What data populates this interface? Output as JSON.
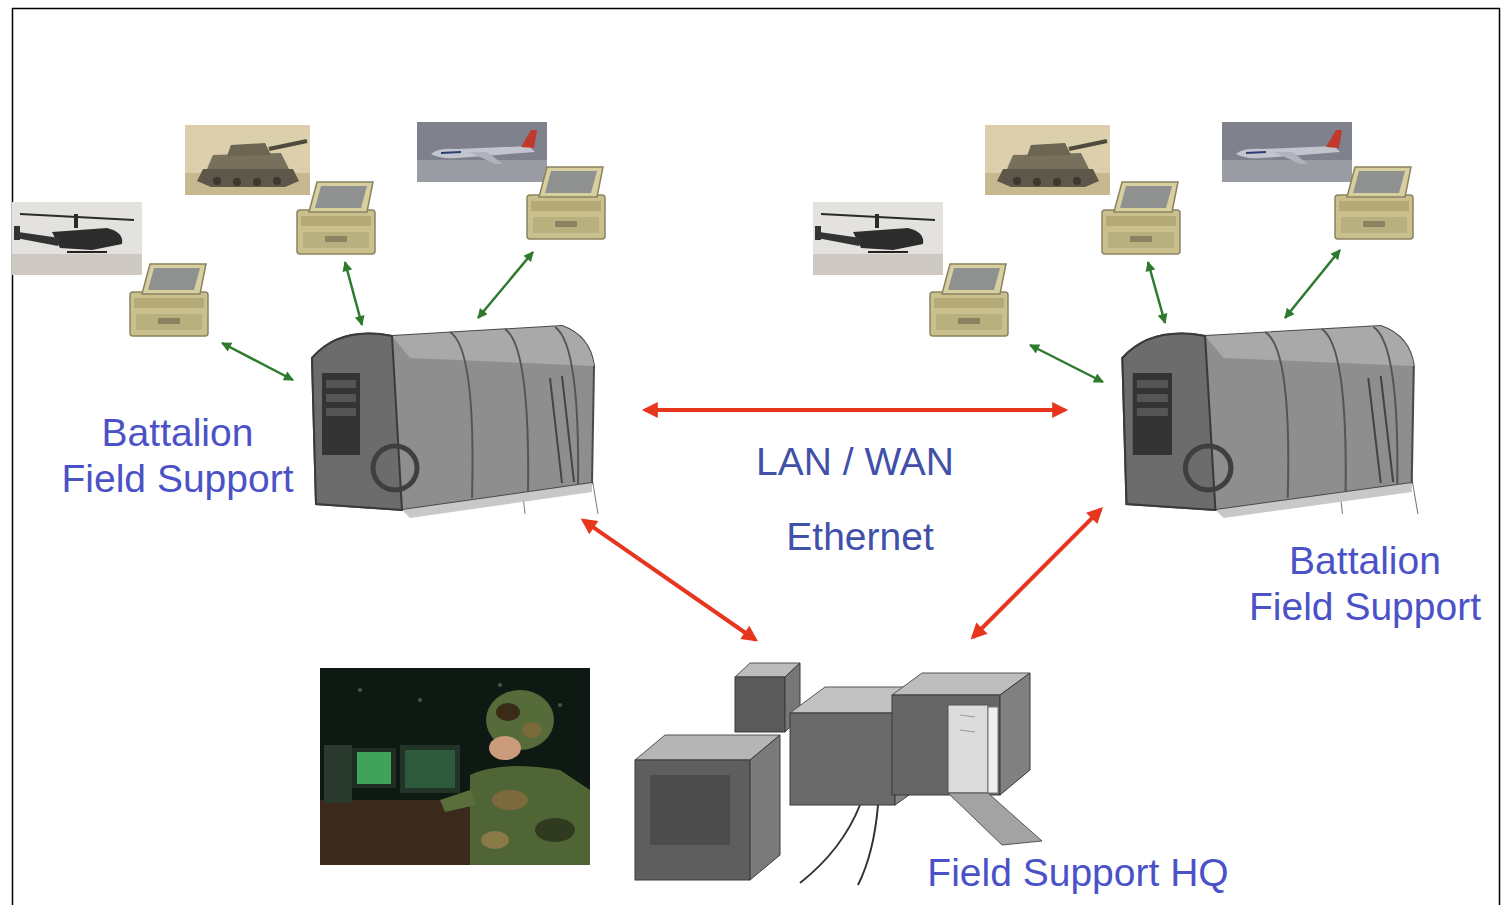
{
  "diagram": {
    "nodes": [
      {
        "text": [
          "Battalion Field Support"
        ]
      },
      {
        "text": [
          "Battalion Field Support"
        ]
      },
      {
        "text": [
          "Field Support HQ"
        ]
      }
    ],
    "edges": [
      {
        "from": 0,
        "to": 1,
        "arrow": "both",
        "label": "LAN / WAN"
      },
      {
        "from": 0,
        "to": 2,
        "arrow": "both"
      },
      {
        "from": 1,
        "to": 2,
        "arrow": "both"
      }
    ],
    "labels": [
      "Ethernet"
    ]
  }
}
